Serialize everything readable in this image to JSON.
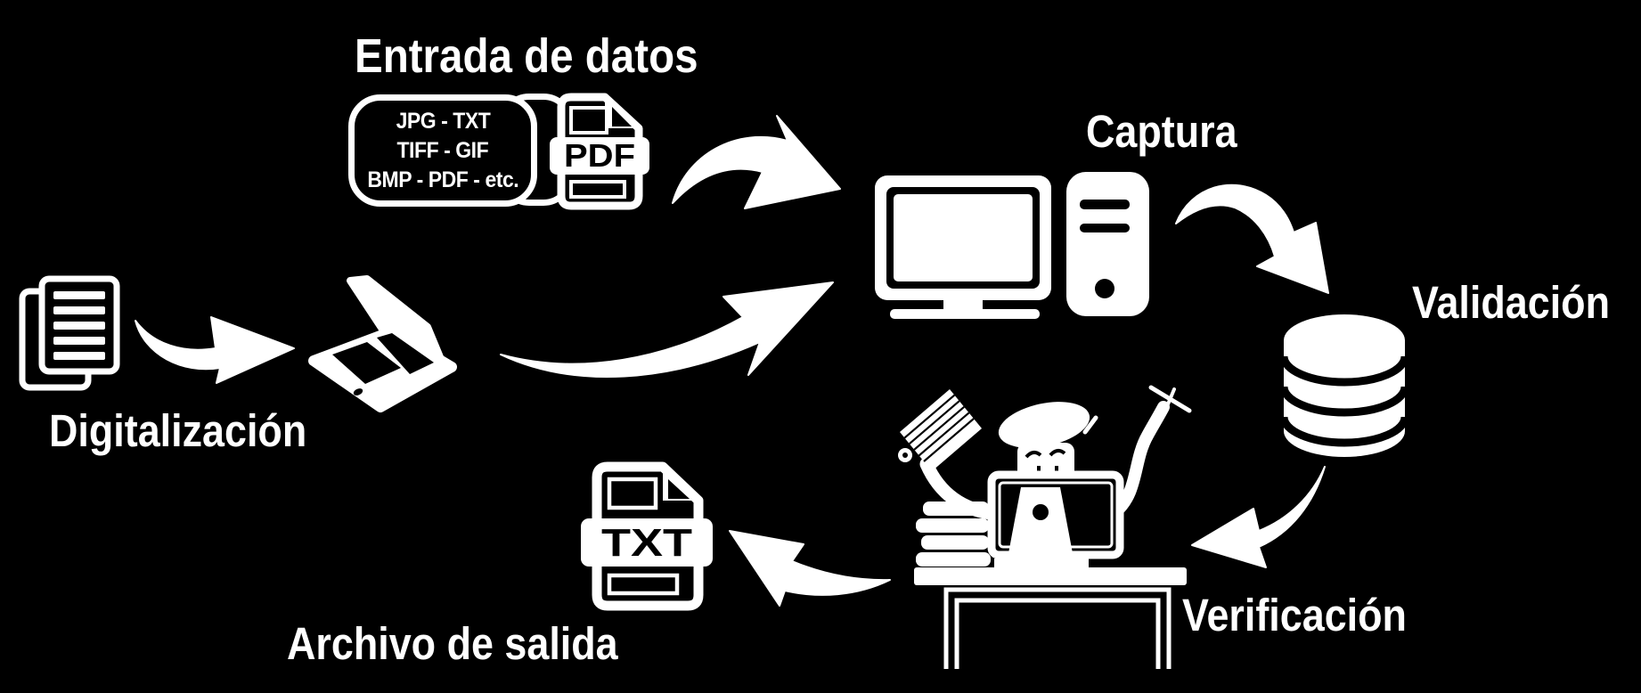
{
  "colors": {
    "background": "#000000",
    "ink": "#ffffff"
  },
  "stages": {
    "entrada_de_datos": "Entrada de datos",
    "digitalizacion": "Digitalización",
    "captura": "Captura",
    "validacion": "Validación",
    "verificacion": "Verificación",
    "archivo_de_salida": "Archivo de salida"
  },
  "formats_box": {
    "lines": [
      "JPG - TXT",
      "TIFF - GIF",
      "BMP - PDF - etc."
    ]
  },
  "file_badges": {
    "pdf": "PDF",
    "txt": "TXT"
  },
  "icons": [
    "documents-icon",
    "scanner-icon",
    "pdf-file-icon",
    "desktop-computer-icon",
    "database-icon",
    "operator-desk-icon",
    "txt-file-icon",
    "flow-arrow"
  ]
}
